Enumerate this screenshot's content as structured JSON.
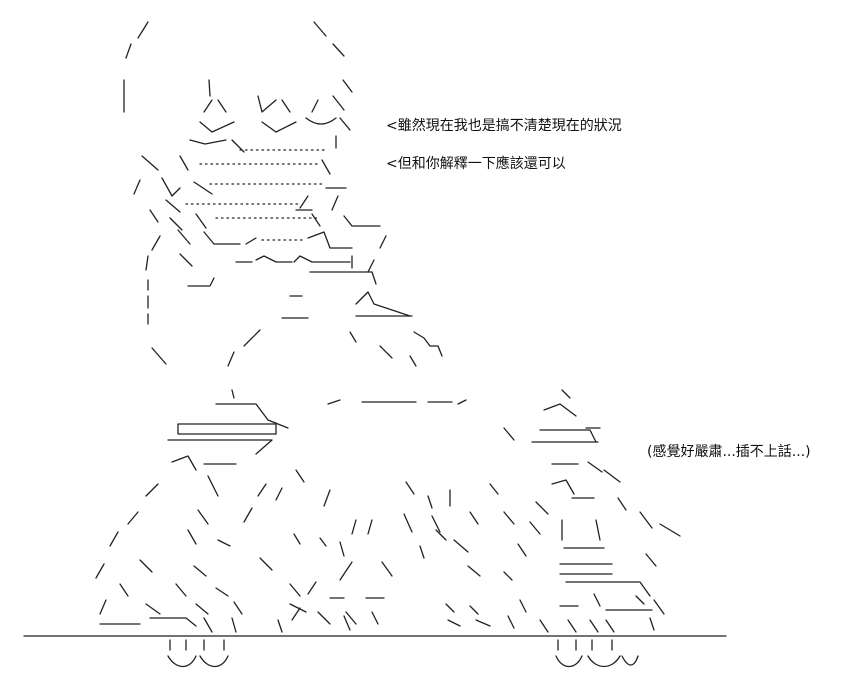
{
  "dialogue": {
    "line1": "<雖然現在我也是搞不清楚現在的狀況",
    "line2": "<但和你解釋一下應該還可以",
    "line3": "(感覺好嚴肅...插不上話...)"
  }
}
